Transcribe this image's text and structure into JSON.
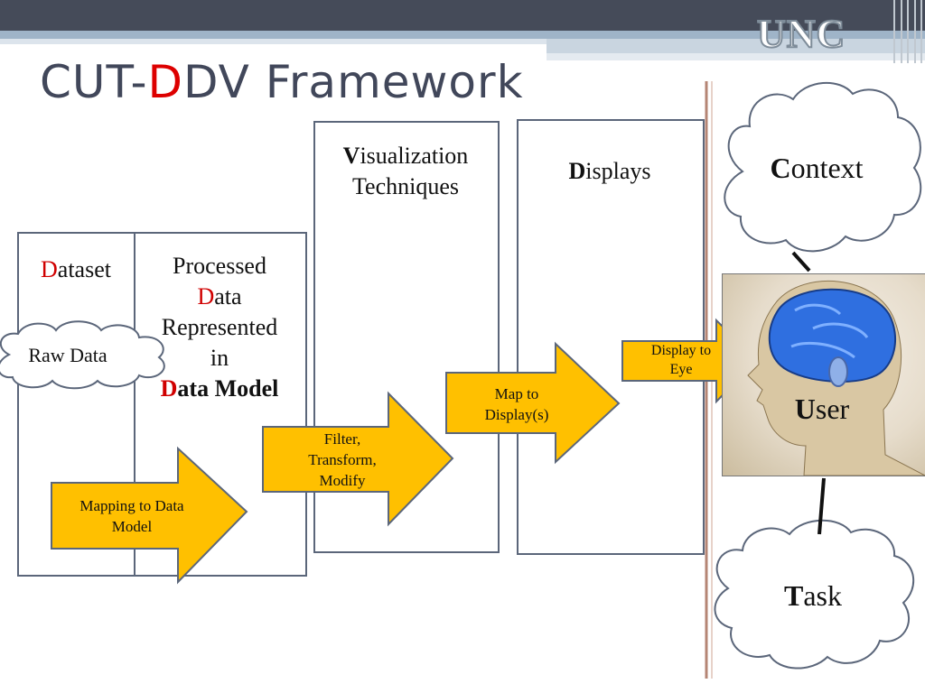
{
  "logo": "UNC",
  "title": {
    "pre": "CUT-",
    "highlight": "D",
    "post": "DV Framework"
  },
  "dataset": {
    "first": "D",
    "rest": "ataset"
  },
  "raw_data": "Raw Data",
  "processed": {
    "l1": "Processed",
    "l2_first": "D",
    "l2_rest": "ata",
    "l3": "Represented",
    "l4": "in",
    "l5_first": "D",
    "l5_rest": "ata Model"
  },
  "visualization": {
    "first": "V",
    "rest": "isualization",
    "l2": "Techniques"
  },
  "displays": {
    "first": "D",
    "rest": "isplays"
  },
  "arrows": {
    "mapping": {
      "l1": "Mapping to Data",
      "l2": "Model"
    },
    "filter": {
      "l1": "Filter,",
      "l2": "Transform,",
      "l3": "Modify"
    },
    "map_display": {
      "l1": "Map to",
      "l2": "Display(s)"
    },
    "display_eye": {
      "l1": "Display to",
      "l2": "Eye"
    }
  },
  "context": {
    "first": "C",
    "rest": "ontext"
  },
  "user": {
    "first": "U",
    "rest": "ser"
  },
  "task": {
    "first": "T",
    "rest": "ask"
  },
  "colors": {
    "arrow_fill": "#ffc000",
    "accent_red": "#dd0000",
    "title": "#41475a",
    "divider": "#b07a6a",
    "brain": "#2f6fe0"
  }
}
